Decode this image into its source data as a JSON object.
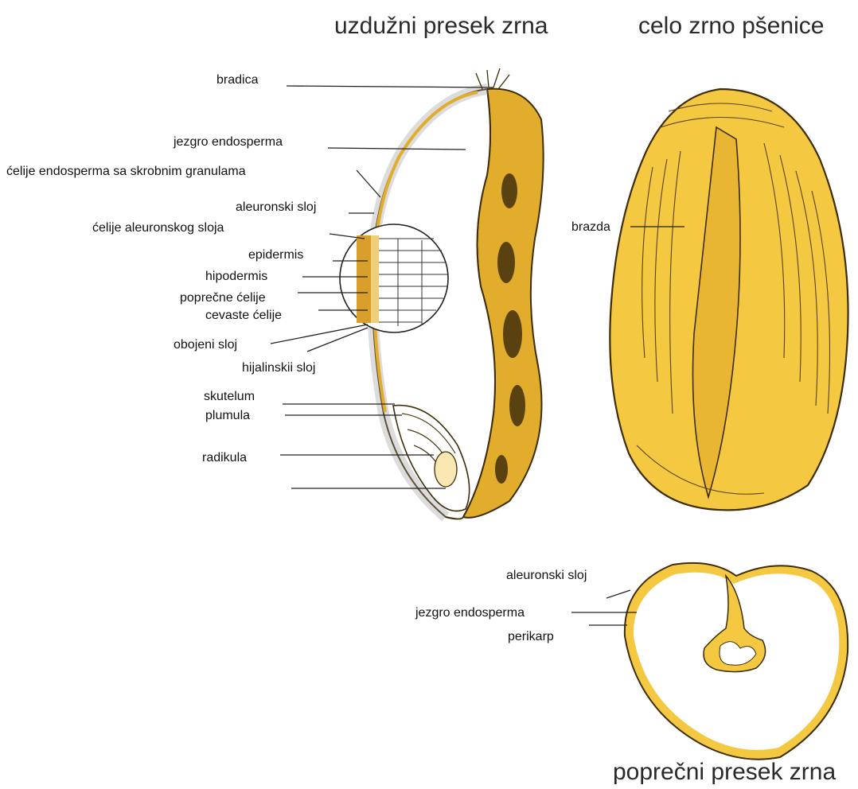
{
  "titles": {
    "longitudinal": "uzdužni presek zrna",
    "whole": "celo zrno pšenice",
    "cross": "poprečni presek zrna"
  },
  "longitudinal_labels": {
    "bradica": "bradica",
    "jezgro": "jezgro endosperma",
    "celije_endosperma": "ćelije endosperma sa skrobnim granulama",
    "aleuronski": "aleuronski sloj",
    "celije_aleuronskog": "ćelije aleuronskog sloja",
    "epidermis": "epidermis",
    "hipodermis": "hipodermis",
    "poprecne": "poprečne ćelije",
    "cevaste": "cevaste ćelije",
    "obojeni": "obojeni sloj",
    "hijalinski": "hijalinskii sloj",
    "skutelum": "skutelum",
    "plumula": "plumula",
    "radikula": "radikula"
  },
  "whole_labels": {
    "brazda": "brazda"
  },
  "cross_labels": {
    "aleuronski": "aleuronski sloj",
    "jezgro": "jezgro endosperma",
    "perikarp": "perikarp"
  },
  "colors": {
    "grain_yellow": "#f5c842",
    "grain_dark": "#c9961e",
    "ink": "#3d2d08",
    "leader": "#222222"
  }
}
